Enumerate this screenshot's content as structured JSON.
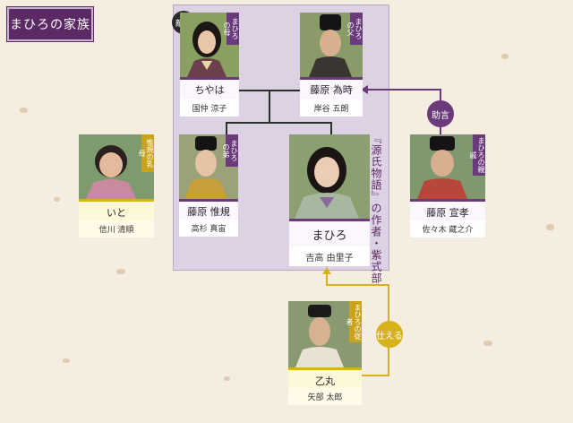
{
  "header": {
    "title": "まひろの家族"
  },
  "badges": {
    "enemy": "敵人",
    "advice": "助言",
    "serve": "仕える"
  },
  "heroine_title": "『源氏物語』の作者・紫式部",
  "characters": {
    "chiyaha": {
      "tag": "まひろの母",
      "name": "ちやは",
      "actor": "国仲 涼子"
    },
    "tametoki": {
      "tag": "まひろの父",
      "name": "藤原 為時",
      "actor": "岸谷 五朗"
    },
    "ito": {
      "tag": "惟規の乳母",
      "name": "いと",
      "actor": "信川 清順"
    },
    "nobunori": {
      "tag": "まひろの弟",
      "name": "藤原 惟規",
      "actor": "高杉 真宙"
    },
    "mahiro": {
      "name": "まひろ",
      "actor": "吉高 由里子"
    },
    "nobutaka": {
      "tag": "まひろの親戚",
      "name": "藤原 宣孝",
      "actor": "佐々木 蔵之介"
    },
    "otomaru": {
      "tag": "まひろの従者",
      "name": "乙丸",
      "actor": "矢部 太郎"
    }
  },
  "colors": {
    "purple": "#6a3a7a",
    "gold": "#d8b21a",
    "frame": "#ddd2e3"
  }
}
